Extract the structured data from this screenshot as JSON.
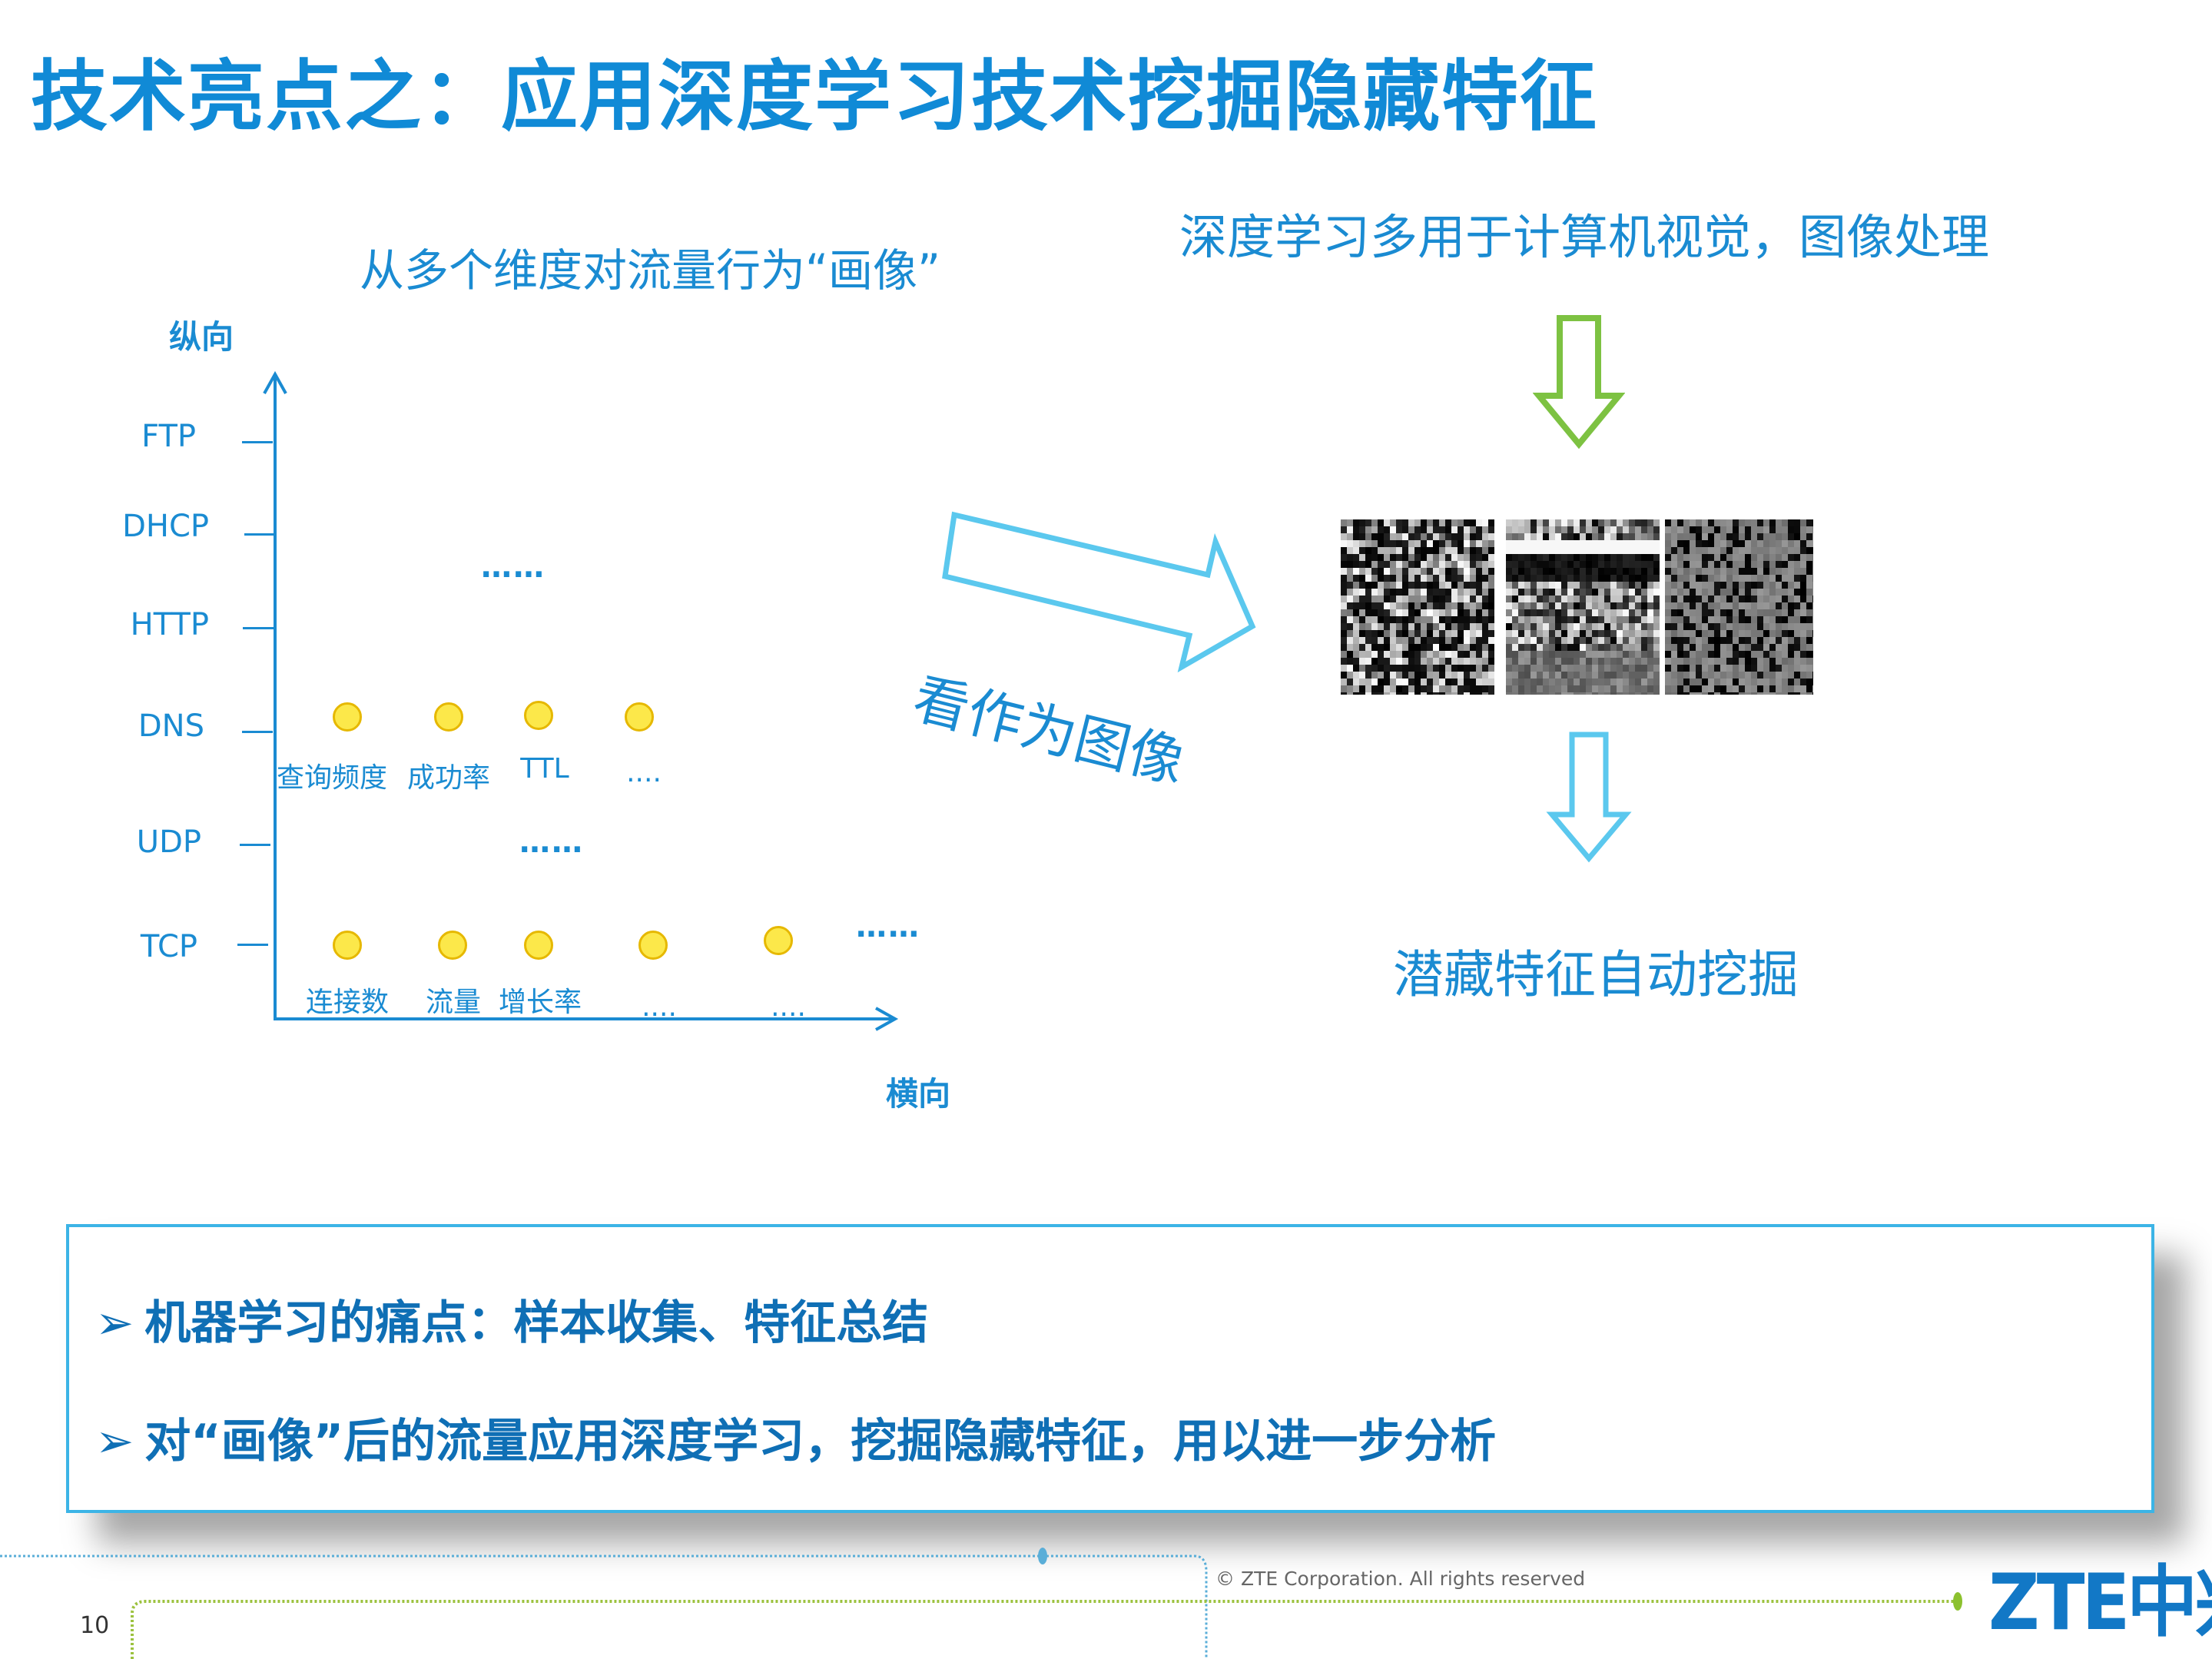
{
  "title": "技术亮点之：应用深度学习技术挖掘隐藏特征",
  "left_panel": {
    "subtitle": "从多个维度对流量行为“画像”",
    "y_axis_label": "纵向",
    "x_axis_label": "横向",
    "rows": [
      "FTP",
      "DHCP",
      "HTTP",
      "DNS",
      "UDP",
      "TCP"
    ],
    "dns_features": [
      "查询频度",
      "成功率",
      "TTL",
      "...."
    ],
    "tcp_features": [
      "连接数",
      "流量",
      "增长率",
      "....",
      "...."
    ],
    "ellipsis_upper": "……",
    "ellipsis_middle": "……",
    "ellipsis_tcp": "……"
  },
  "center": {
    "arrow_label": "看作为图像"
  },
  "right_panel": {
    "heading": "深度学习多用于计算机视觉，图像处理",
    "result": "潜藏特征自动挖掘",
    "arrow_colors": {
      "top": "#7dc242",
      "bottom": "#5bc8ee"
    }
  },
  "summary_box": {
    "bullets": [
      "机器学习的痛点：样本收集、特征总结",
      "对“画像”后的流量应用深度学习，挖掘隐藏特征，用以进一步分析"
    ],
    "bullet_icon": "arrowhead-icon"
  },
  "footer": {
    "page_number": "10",
    "copyright": "© ZTE Corporation. All rights reserved",
    "logo": "ZTE中兴"
  },
  "colors": {
    "primary": "#108ad6",
    "dot_fill": "#fce84a",
    "box_border": "#3cb4e6"
  }
}
